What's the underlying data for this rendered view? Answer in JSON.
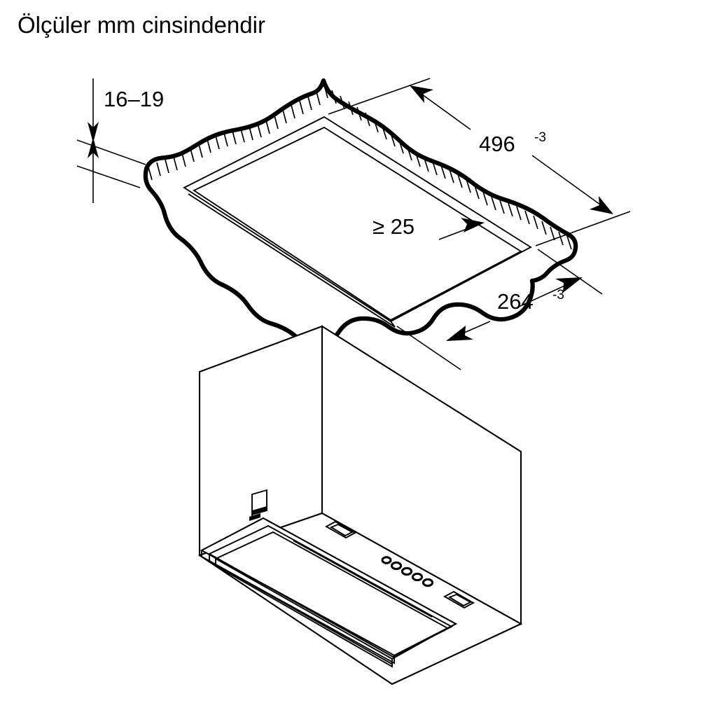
{
  "document": {
    "type": "installation-dimension-drawing",
    "title": "Ölçüler mm cinsindendir",
    "units": "mm",
    "background_color": "#ffffff",
    "line_color": "#000000"
  },
  "labels": {
    "worktop_thickness": {
      "text": "16–19",
      "value_min": 16,
      "value_max": 19,
      "unit": "mm"
    },
    "cutout_width": {
      "text": "496",
      "superscript": "-3",
      "value": 496,
      "tolerance": "-3",
      "unit": "mm"
    },
    "cutout_depth": {
      "text": "264",
      "superscript": "-3",
      "value": 264,
      "tolerance": "-3",
      "unit": "mm"
    },
    "min_edge_distance": {
      "text": "≥ 25",
      "value": 25,
      "comparator": "≥",
      "unit": "mm"
    }
  },
  "views": {
    "top": {
      "name": "worktop-cutout-view",
      "description": "Isometric worktop with rectangular cut-out and broken (hatched) cut edges"
    },
    "bottom": {
      "name": "cabinet-hood-view",
      "description": "Isometric wall cabinet enclosure with built-in extractor hood module"
    }
  },
  "hood": {
    "control_buttons_count": 5,
    "lamp_openings_count": 2,
    "socket_icon": "wall-socket-icon"
  }
}
